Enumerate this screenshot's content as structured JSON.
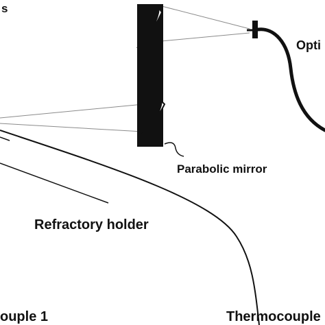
{
  "labels": {
    "top_left_fragment": "s",
    "optical_fiber_fragment": "Opti",
    "parabolic_mirror": "Parabolic mirror",
    "refractory_holder": "Refractory holder",
    "thermocouple_1_fragment": "ouple 1",
    "thermocouple_fragment": "Thermocouple"
  },
  "colors": {
    "ink": "#111111",
    "ray": "#8a8a8a",
    "mirror_face": "#ffffff",
    "background": "#ffffff"
  }
}
